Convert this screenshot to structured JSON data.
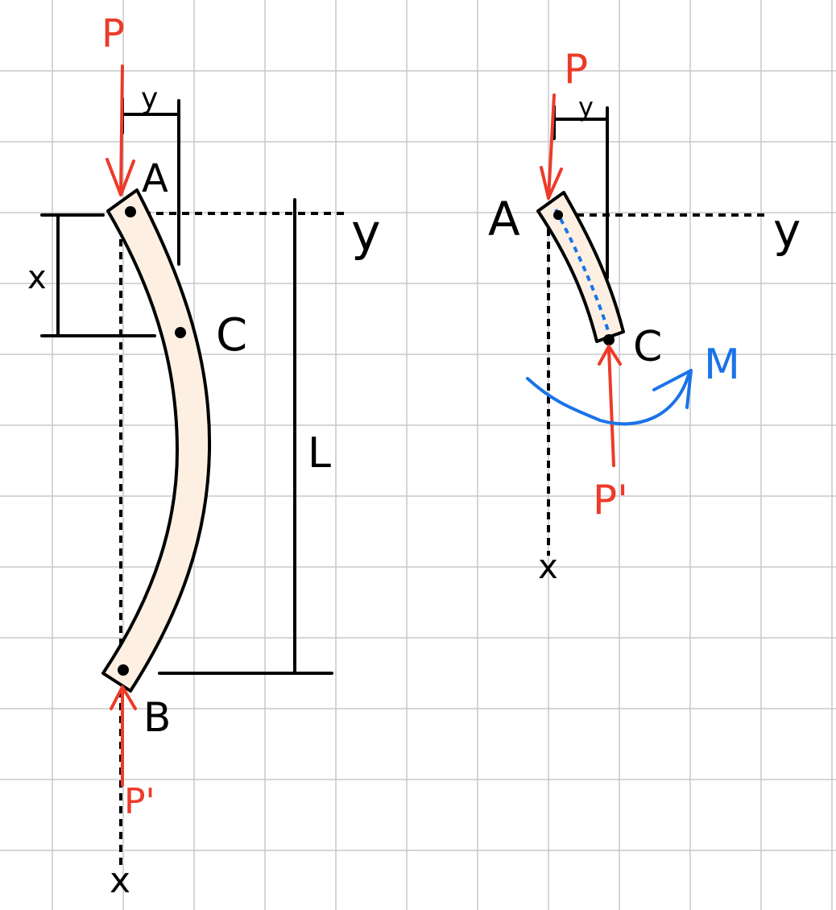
{
  "labels": {
    "left": {
      "load_top": "P",
      "load_bottom": "P'",
      "point_a": "A",
      "point_b": "B",
      "point_c": "C",
      "axis_y_end": "y",
      "axis_x_end": "x",
      "dim_x": "x",
      "dim_y": "y",
      "dim_length": "L"
    },
    "right": {
      "load_top": "P",
      "load_bottom": "P'",
      "point_a": "A",
      "point_c": "C",
      "axis_y_end": "y",
      "axis_x_end": "x",
      "dim_y": "y",
      "moment": "M"
    }
  },
  "colors": {
    "ink": "#000000",
    "load": "#ec3b2a",
    "moment": "#1a73e8",
    "beam_fill": "#fdf0e2",
    "grid": "#c8c8c8"
  }
}
